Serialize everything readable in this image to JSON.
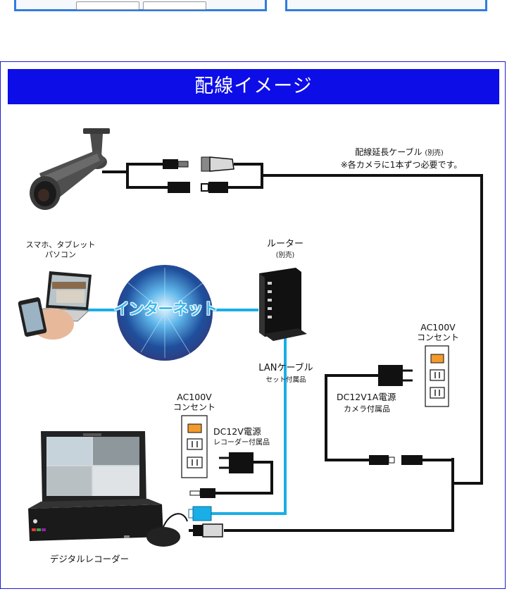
{
  "top_left_buttons": [
    "",
    ""
  ],
  "banner_title": "配線イメージ",
  "labels": {
    "extension_cable": "配線延長ケーブル",
    "extension_cable_note": "(別売)",
    "extension_cable_detail": "※各カメラに1本ずつ必要です。",
    "smartphone": "スマホ、タブレット",
    "pc": "パソコン",
    "router": "ルーター",
    "router_note": "(別売)",
    "internet": "インターネット",
    "lan_cable": "LANケーブル",
    "lan_cable_note": "セット付属品",
    "outlet_right_1": "AC100V",
    "outlet_right_2": "コンセント",
    "camera_psu": "DC12V1A電源",
    "camera_psu_note": "カメラ付属品",
    "outlet_left_1": "AC100V",
    "outlet_left_2": "コンセント",
    "recorder_psu": "DC12V電源",
    "recorder_psu_note": "レコーダー付属品",
    "recorder": "デジタルレコーダー"
  },
  "colors": {
    "banner": "#0d0de8",
    "lan_line": "#19aee6",
    "outlet_slot": "#f29a2e",
    "cable": "#111111"
  }
}
